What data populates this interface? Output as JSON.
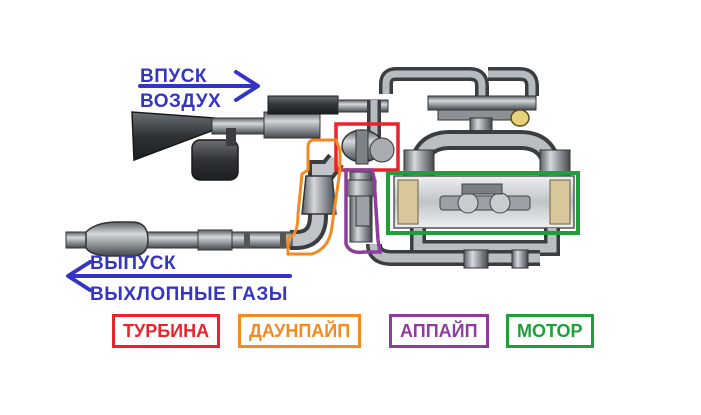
{
  "labels": {
    "intake_line1": "ВПУСК",
    "intake_line2": "ВОЗДУХ",
    "exhaust_line1": "ВЫПУСК",
    "exhaust_line2": "ВЫХЛОПНЫЕ ГАЗЫ"
  },
  "legend": [
    {
      "key": "turbine",
      "label": "ТУРБИНА",
      "color": "#e8232b"
    },
    {
      "key": "downpipe",
      "label": "ДАУНПАЙП",
      "color": "#f58a22"
    },
    {
      "key": "uppipe",
      "label": "АППАЙП",
      "color": "#8e3c9e"
    },
    {
      "key": "engine",
      "label": "МОТОР",
      "color": "#1f9e3a"
    }
  ],
  "colors": {
    "arrow": "#3535c4",
    "pipe": "#8a8f94",
    "pipe_dark": "#4b4f53",
    "pipe_light": "#c8ccd0"
  },
  "icons": {
    "intake_arrow": "arrow-right-icon",
    "exhaust_arrow": "arrow-left-icon"
  }
}
